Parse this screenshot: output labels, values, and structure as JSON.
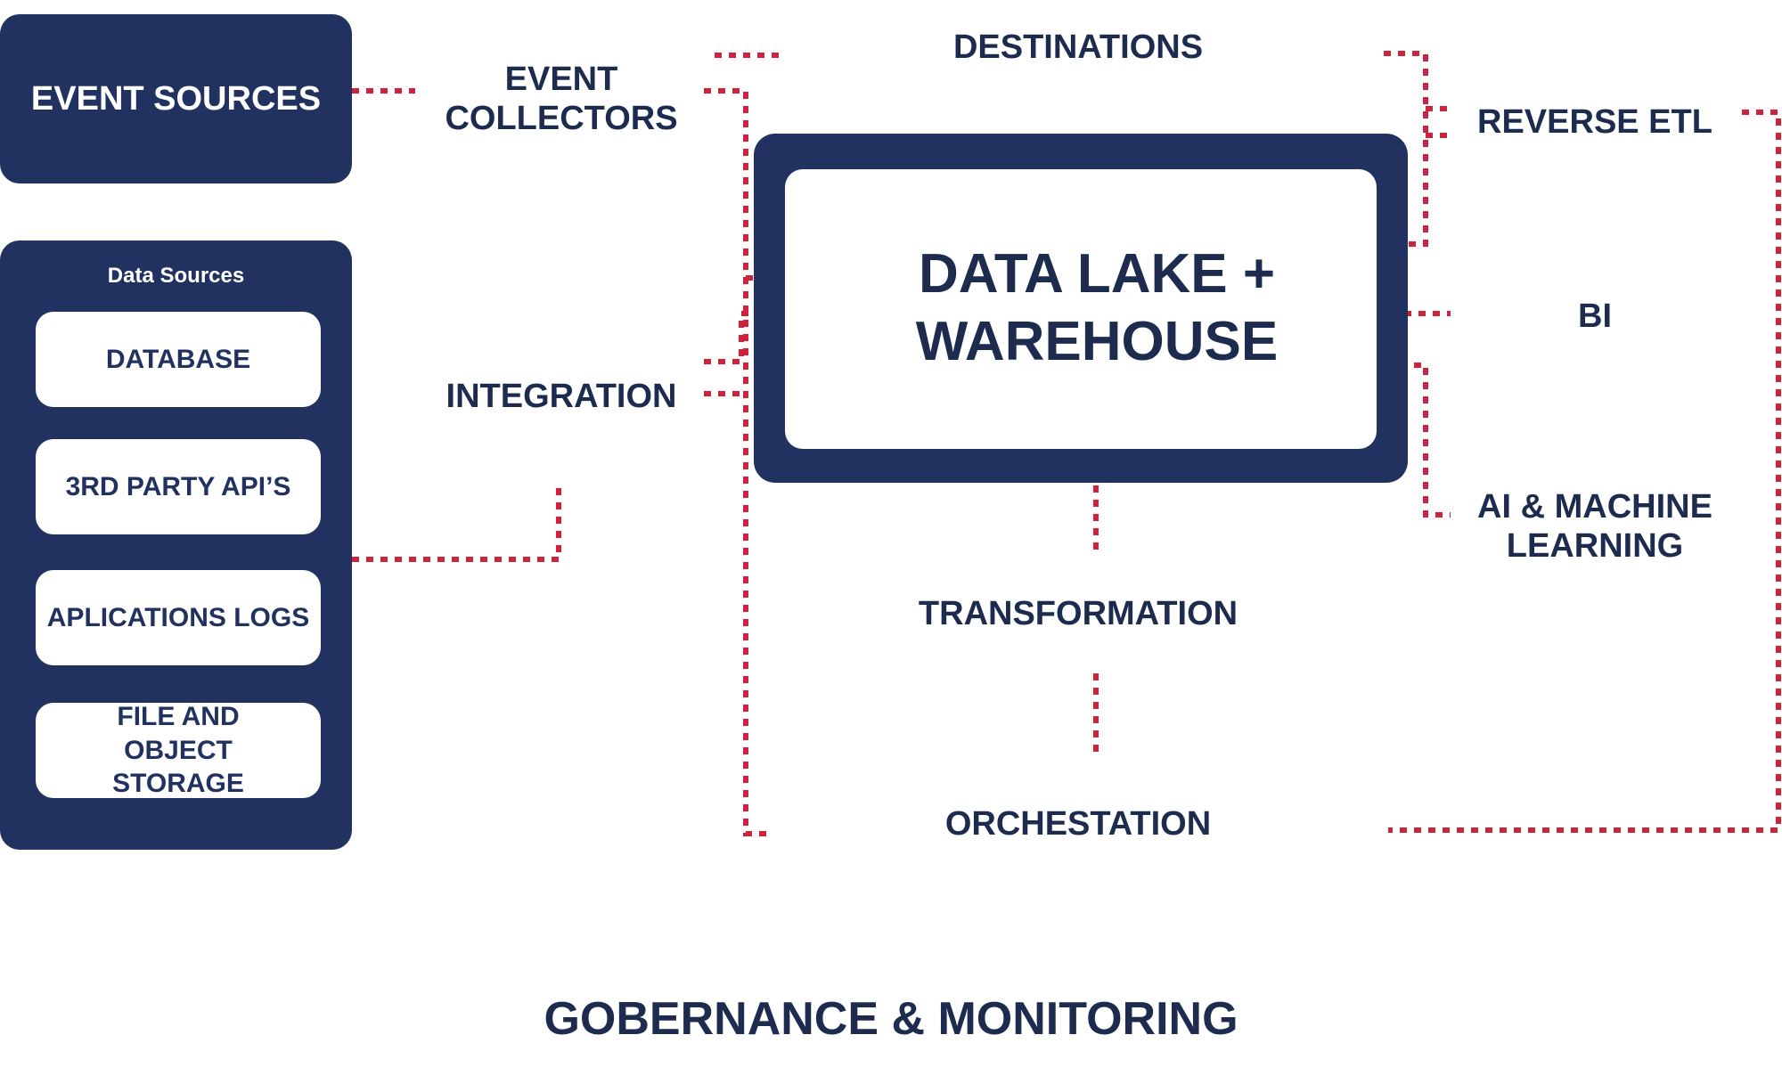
{
  "event_sources": {
    "label": "EVENT SOURCES"
  },
  "data_sources": {
    "title": "Data Sources",
    "items": [
      "DATABASE",
      "3RD PARTY API’S",
      "APLICATIONS LOGS",
      "FILE AND OBJECT STORAGE"
    ]
  },
  "stages": {
    "event_collectors": "EVENT COLLECTORS",
    "integration": "INTEGRATION",
    "destinations": "DESTINATIONS",
    "transformation": "TRANSFORMATION",
    "orchestation": "ORCHESTATION"
  },
  "core": {
    "label_line1": "DATA LAKE +",
    "label_line2": "WAREHOUSE"
  },
  "outputs": {
    "reverse_etl": "REVERSE ETL",
    "bi": "BI",
    "ai_ml": "AI & MACHINE LEARNING"
  },
  "footer": {
    "label": "GOBERNANCE & MONITORING"
  },
  "colors": {
    "navy": "#213261",
    "connector_red": "#d0213d",
    "text": "#1d2b4f"
  }
}
